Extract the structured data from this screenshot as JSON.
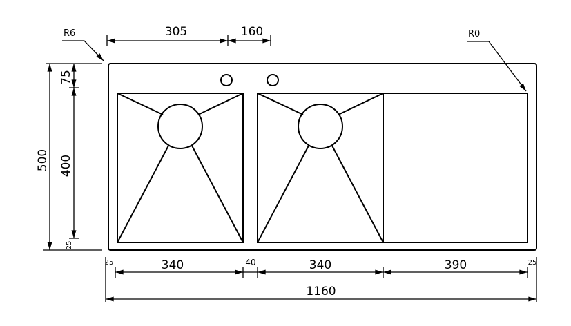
{
  "drawing": {
    "corner_radius_left": "R6",
    "corner_radius_right": "R0",
    "top_dims": {
      "tap_offset": "305",
      "tap_spacing": "160"
    },
    "left_dims": {
      "overall_depth": "500",
      "top_margin": "75",
      "bowl_depth": "400",
      "bottom_margin": "25"
    },
    "bottom_dims": {
      "left_margin": "25",
      "bowl1_width": "340",
      "divider": "40",
      "bowl2_width": "340",
      "drainboard_width": "390",
      "right_margin": "25",
      "overall_width": "1160"
    }
  }
}
